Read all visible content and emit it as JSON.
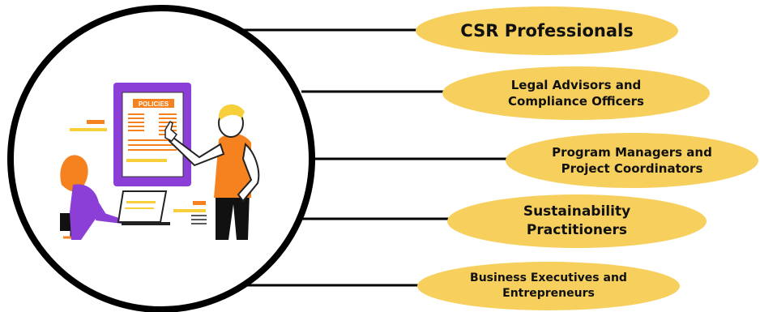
{
  "colors": {
    "pill": "#f6cf5c",
    "ring": "#000000",
    "purple": "#8b3fd6",
    "orange": "#f5821f",
    "blonde": "#f6cf3a",
    "paper": "#ffffff"
  },
  "illustration": {
    "policy_tag": "POLICIES"
  },
  "audiences": [
    {
      "lines": [
        "CSR Professionals"
      ]
    },
    {
      "lines": [
        "Legal Advisors and",
        "Compliance Officers"
      ]
    },
    {
      "lines": [
        "Program Managers and",
        "Project Coordinators"
      ]
    },
    {
      "lines": [
        "Sustainability",
        "Practitioners"
      ]
    },
    {
      "lines": [
        "Business Executives and",
        "Entrepreneurs"
      ]
    }
  ]
}
